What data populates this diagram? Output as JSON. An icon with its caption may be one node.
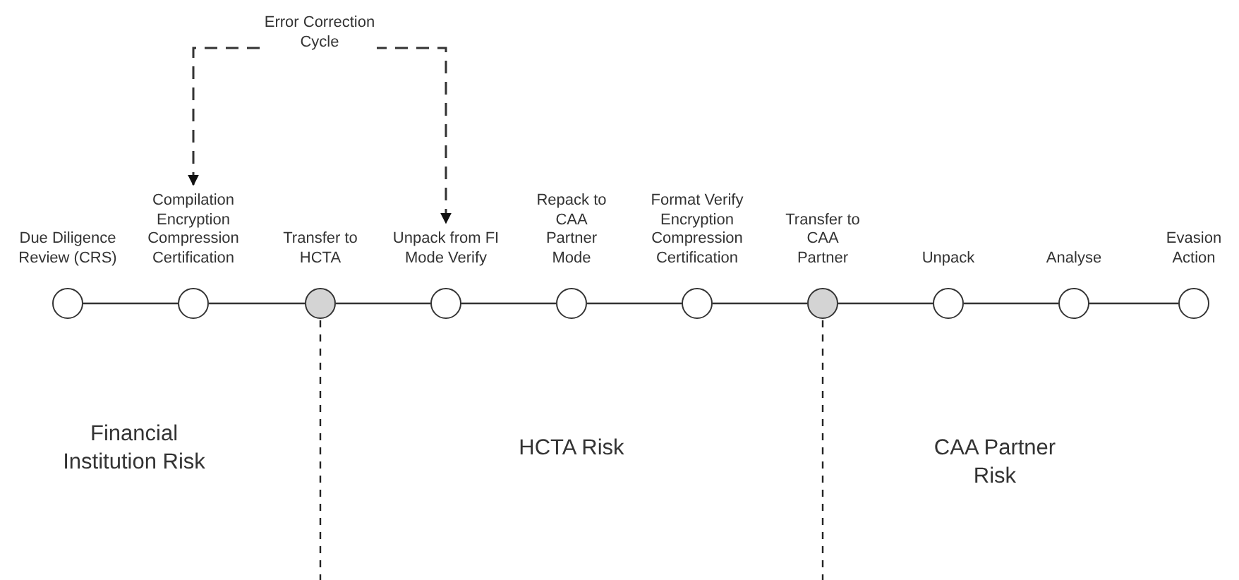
{
  "diagram": {
    "nodes": [
      {
        "text": [],
        "shape": "circle",
        "beside": [
          "Due Diligence Review (CRS)"
        ]
      },
      {
        "text": [],
        "shape": "circle",
        "beside": [
          "Compilation Encryption Compression Certification"
        ]
      },
      {
        "text": [],
        "shape": "circle",
        "beside": [
          "Transfer to HCTA"
        ]
      },
      {
        "text": [],
        "shape": "circle",
        "beside": [
          "Unpack from FI Mode Verify"
        ]
      },
      {
        "text": [],
        "shape": "circle",
        "beside": [
          "Repack to CAA Partner Mode"
        ]
      },
      {
        "text": [],
        "shape": "circle",
        "beside": [
          "Format Verify Encryption Compression Certification"
        ]
      },
      {
        "text": [],
        "shape": "circle",
        "beside": [
          "Transfer to CAA Partner"
        ]
      },
      {
        "text": [],
        "shape": "circle",
        "beside": [
          "Unpack"
        ]
      },
      {
        "text": [],
        "shape": "circle",
        "beside": [
          "Analyse"
        ]
      },
      {
        "text": [],
        "shape": "circle",
        "beside": [
          "Evasion Action"
        ]
      }
    ],
    "edges": [
      {
        "from": 0,
        "to": 1,
        "arrow": "none"
      },
      {
        "from": 1,
        "to": 2,
        "arrow": "none"
      },
      {
        "from": 2,
        "to": 3,
        "arrow": "none"
      },
      {
        "from": 3,
        "to": 4,
        "arrow": "none"
      },
      {
        "from": 4,
        "to": 5,
        "arrow": "none"
      },
      {
        "from": 5,
        "to": 6,
        "arrow": "none"
      },
      {
        "from": 6,
        "to": 7,
        "arrow": "none"
      },
      {
        "from": 7,
        "to": 8,
        "arrow": "none"
      },
      {
        "from": 8,
        "to": 9,
        "arrow": "none"
      },
      {
        "from": 1,
        "to": 3,
        "arrow": "both",
        "style": "dashed",
        "label": "Error Correction Cycle"
      }
    ],
    "labels": [
      "Financial Institution Risk",
      "HCTA Risk",
      "CAA Partner Risk"
    ]
  }
}
